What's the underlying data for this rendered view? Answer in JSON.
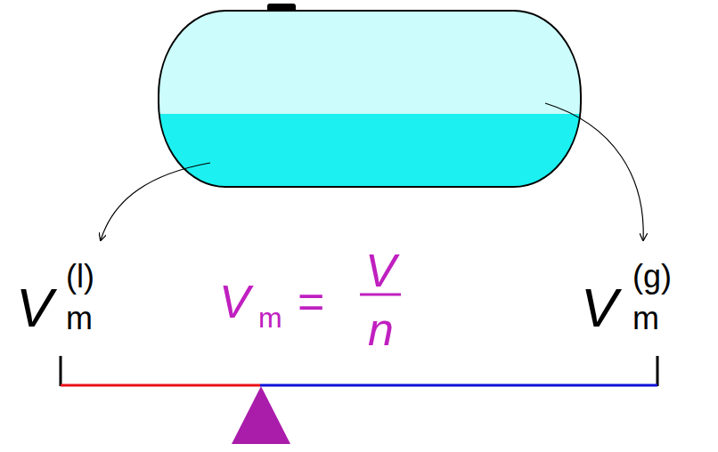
{
  "diagram": {
    "labels": [
      "V",
      "(l)",
      "m",
      "V",
      "m",
      "=",
      "V",
      "n",
      "V",
      "(g)",
      "m"
    ]
  }
}
